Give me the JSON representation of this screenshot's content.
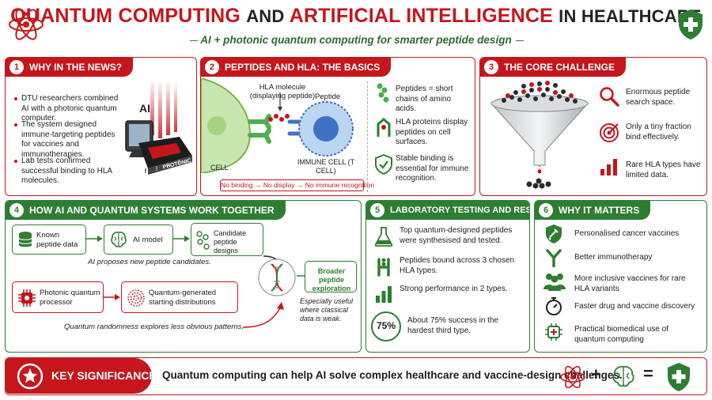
{
  "header": {
    "title_part1": "QUANTUM COMPUTING",
    "title_part2": "AND",
    "title_part3": "ARTIFICIAL INTELLIGENCE",
    "title_part4": "IN HEALTHCARE",
    "subtitle": "AI + photonic quantum computing for smarter peptide design"
  },
  "colors": {
    "red": "#c4161c",
    "green": "#2e7d32"
  },
  "icons": [
    "atom-icon",
    "shield-cross-icon",
    "chip-icon",
    "search-icon",
    "target-icon",
    "bar-chart-icon",
    "database-icon",
    "brain-icon",
    "dna-icon",
    "flask-icon",
    "antibody-icon",
    "people-icon",
    "stopwatch-icon",
    "shield-syringe-icon",
    "star-icon"
  ],
  "panel1": {
    "num": "1",
    "title": "WHY IN THE NEWS?",
    "bullets": [
      "DTU researchers combined AI with a photonic quantum computer.",
      "The system designed immune-targeting peptides for vaccines and immunotherapies.",
      "Lab tests confirmed successful binding to HLA molecules."
    ],
    "chip_ai": "AI",
    "chip_label": "PHOTONIC QUANTUM PROCESSOR"
  },
  "panel2": {
    "num": "2",
    "title": "PEPTIDES AND HLA: THE BASICS",
    "hla_label": "HLA molecule (displaying peptide)",
    "peptide_label": "Peptide",
    "cell_label": "CELL",
    "immune_label": "IMMUNE CELL (T CELL)",
    "chain": "No binding → No display → No immune recognition",
    "facts": [
      "Peptides = short chains of amino acids.",
      "HLA proteins display peptides on cell surfaces.",
      "Stable binding is essential for immune recognition."
    ]
  },
  "panel3": {
    "num": "3",
    "title": "THE CORE CHALLENGE",
    "points": [
      "Enormous peptide search space.",
      "Only a tiny fraction bind effectively.",
      "Rare HLA types have limited data."
    ]
  },
  "panel4": {
    "num": "4",
    "title": "HOW AI AND QUANTUM SYSTEMS WORK TOGETHER",
    "known": "Known peptide data",
    "ai_model": "AI model",
    "candidate": "Candidate peptide designs",
    "ai_note": "AI proposes new peptide candidates.",
    "photonic": "Photonic quantum processor",
    "quantum_dist": "Quantum-generated starting distributions",
    "broader": "Broader peptide exploration",
    "useful_note": "Especially useful where classical data is weak.",
    "random_note": "Quantum randomness explores less obvious patterns."
  },
  "panel5": {
    "num": "5",
    "title": "LABORATORY TESTING AND RESULTS",
    "results": [
      "Top quantum-designed peptides were synthesised and tested.",
      "Peptides bound across 3 chosen HLA types.",
      "Strong performance in 2 types.",
      "About 75% success in the hardest third type."
    ],
    "success_badge": "75%"
  },
  "panel6": {
    "num": "6",
    "title": "WHY IT MATTERS",
    "items": [
      "Personalised cancer vaccines",
      "Better immunotherapy",
      "More inclusive vaccines for rare HLA variants",
      "Faster drug and vaccine discovery",
      "Practical biomedical use of quantum computing"
    ]
  },
  "bottom": {
    "key_label": "KEY SIGNIFICANCE",
    "message": "Quantum computing can help AI solve complex healthcare and vaccine-design challenges.",
    "plus": "+",
    "equals": "="
  }
}
